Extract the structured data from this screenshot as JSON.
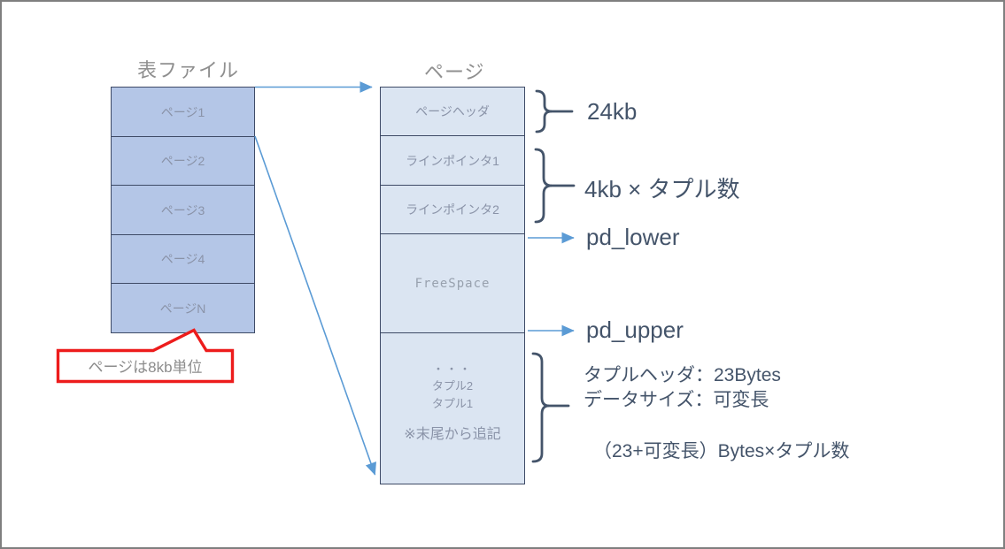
{
  "table_file": {
    "title": "表ファイル",
    "pages": [
      "ページ1",
      "ページ2",
      "ページ3",
      "ページ4",
      "ページN"
    ],
    "callout": "ページは8kb単位"
  },
  "page": {
    "title": "ページ",
    "sections": {
      "header": "ページヘッダ",
      "line_pointer1": "ラインポインタ1",
      "line_pointer2": "ラインポインタ2",
      "free_space": "FreeSpace",
      "tuples": {
        "ellipsis": "・・・",
        "tuple2": "タプル2",
        "tuple1": "タプル1",
        "note": "※末尾から追記"
      }
    }
  },
  "annotations": {
    "page_header_size": "24kb",
    "line_pointer_size": "4kb × タプル数",
    "pd_lower": "pd_lower",
    "pd_upper": "pd_upper",
    "tuple_header": "タプルヘッダ：23Bytes",
    "data_size": "データサイズ：可変長",
    "tuple_total": "（23+可変長）Bytes×タプル数"
  },
  "colors": {
    "arrow_blue": "#5b9bd5",
    "annotation_slate": "#44546a",
    "callout_red": "#ed1c1c",
    "table_file_fill": "#b4c6e7",
    "page_fill": "#dbe5f2",
    "box_border": "#3e4a66",
    "gray_text": "#8c8c8c"
  }
}
